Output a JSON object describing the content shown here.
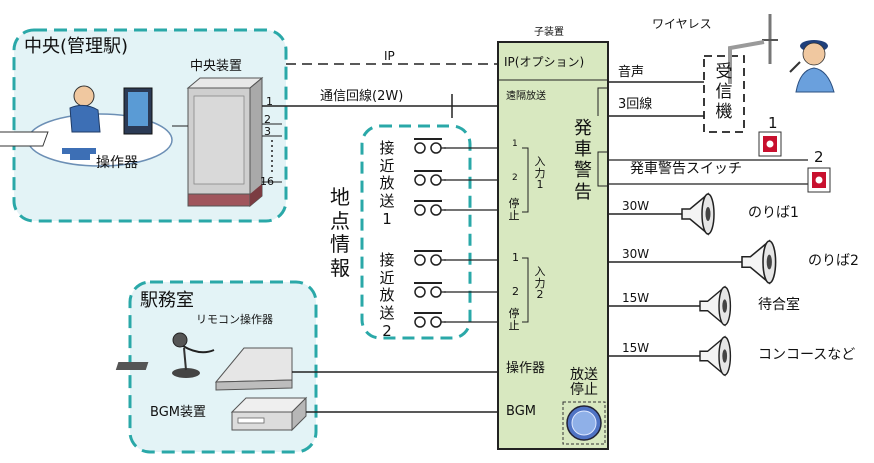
{
  "central": {
    "region_title": "中央(管理駅)",
    "device_title": "中央装置",
    "operator_label": "操作器",
    "ports": [
      "1",
      "2",
      "3",
      "16"
    ]
  },
  "station_office": {
    "region_title": "駅務室",
    "remote_label": "リモコン操作器",
    "bgm_label": "BGM装置"
  },
  "links": {
    "ip": "IP",
    "comm_line": "通信回線(2W)"
  },
  "slave": {
    "title": "子装置",
    "ip_option": "IP(オプション)",
    "remote_broadcast": "遠隔放送",
    "departure_warning": "発車警告",
    "operator_port": "操作器",
    "bgm_port": "BGM",
    "stop_button_label": "放送停止"
  },
  "point_info": {
    "title": "地点情報",
    "group1_label": "接近放送1",
    "group2_label": "接近放送2",
    "input1": "入力1",
    "input2": "入力2",
    "stop": "停止",
    "num1": "1",
    "num2": "2"
  },
  "wireless": {
    "title": "ワイヤレス",
    "audio": "音声",
    "three_line": "3回線",
    "receiver": "受信機"
  },
  "switches": {
    "label": "発車警告スイッチ",
    "num1": "1",
    "num2": "2"
  },
  "speakers": [
    {
      "power": "30W",
      "label": "のりば1"
    },
    {
      "power": "30W",
      "label": "のりば2"
    },
    {
      "power": "15W",
      "label": "待合室"
    },
    {
      "power": "15W",
      "label": "コンコースなど"
    }
  ],
  "colors": {
    "region_border": "#2aa8a8",
    "region_fill": "#e3f3f6",
    "slave_fill": "#d8e8c0",
    "slave_border": "#222222",
    "switch_red": "#c8102e",
    "rack_gray": "#c9c9c9",
    "rack_base": "#a0555c"
  }
}
